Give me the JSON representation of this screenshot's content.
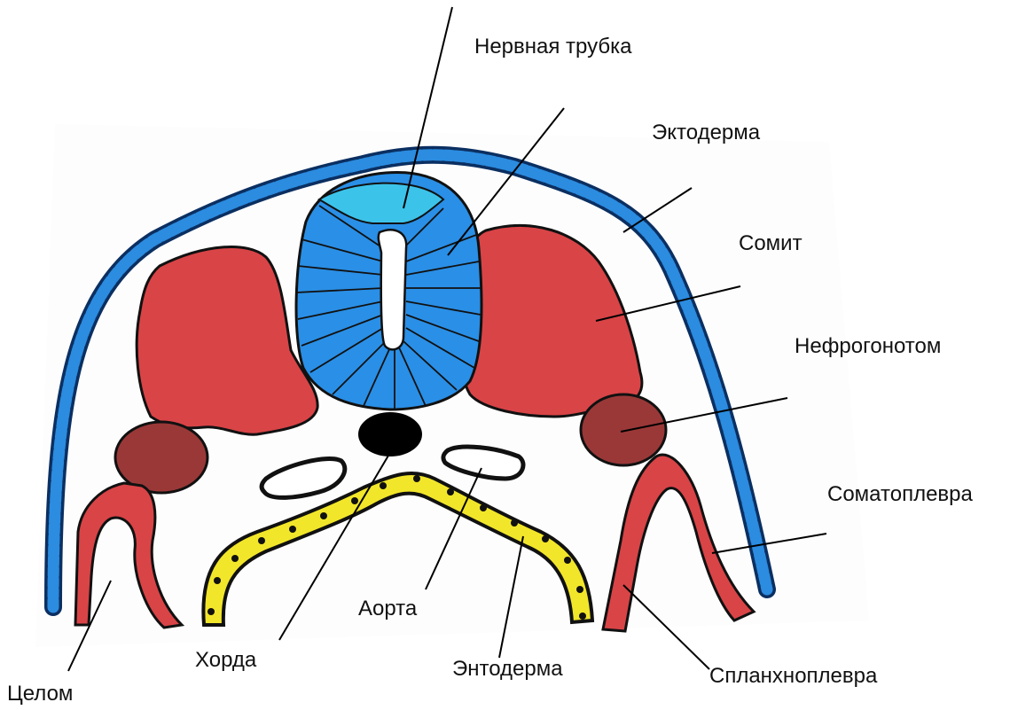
{
  "labels": {
    "neural_tube": "Нервная трубка",
    "ectoderm": "Эктодерма",
    "somite": "Сомит",
    "nephrogonotome": "Нефрогонотом",
    "somatopleure": "Соматоплевра",
    "splanchnopleure": "Спланхноплевра",
    "endoderm": "Энтодерма",
    "aorta": "Аорта",
    "notochord": "Хорда",
    "coelom": "Целом"
  },
  "colors": {
    "ectoderm": "#1e5fa8",
    "ectoderm_cell": "#2b8ce0",
    "neural_tube": "#2a8fe6",
    "neural_tube_top": "#3cc3ea",
    "mesoderm": "#d94447",
    "nephrogonotome": "#9a3838",
    "endoderm": "#f2e62a",
    "notochord": "#000000"
  }
}
